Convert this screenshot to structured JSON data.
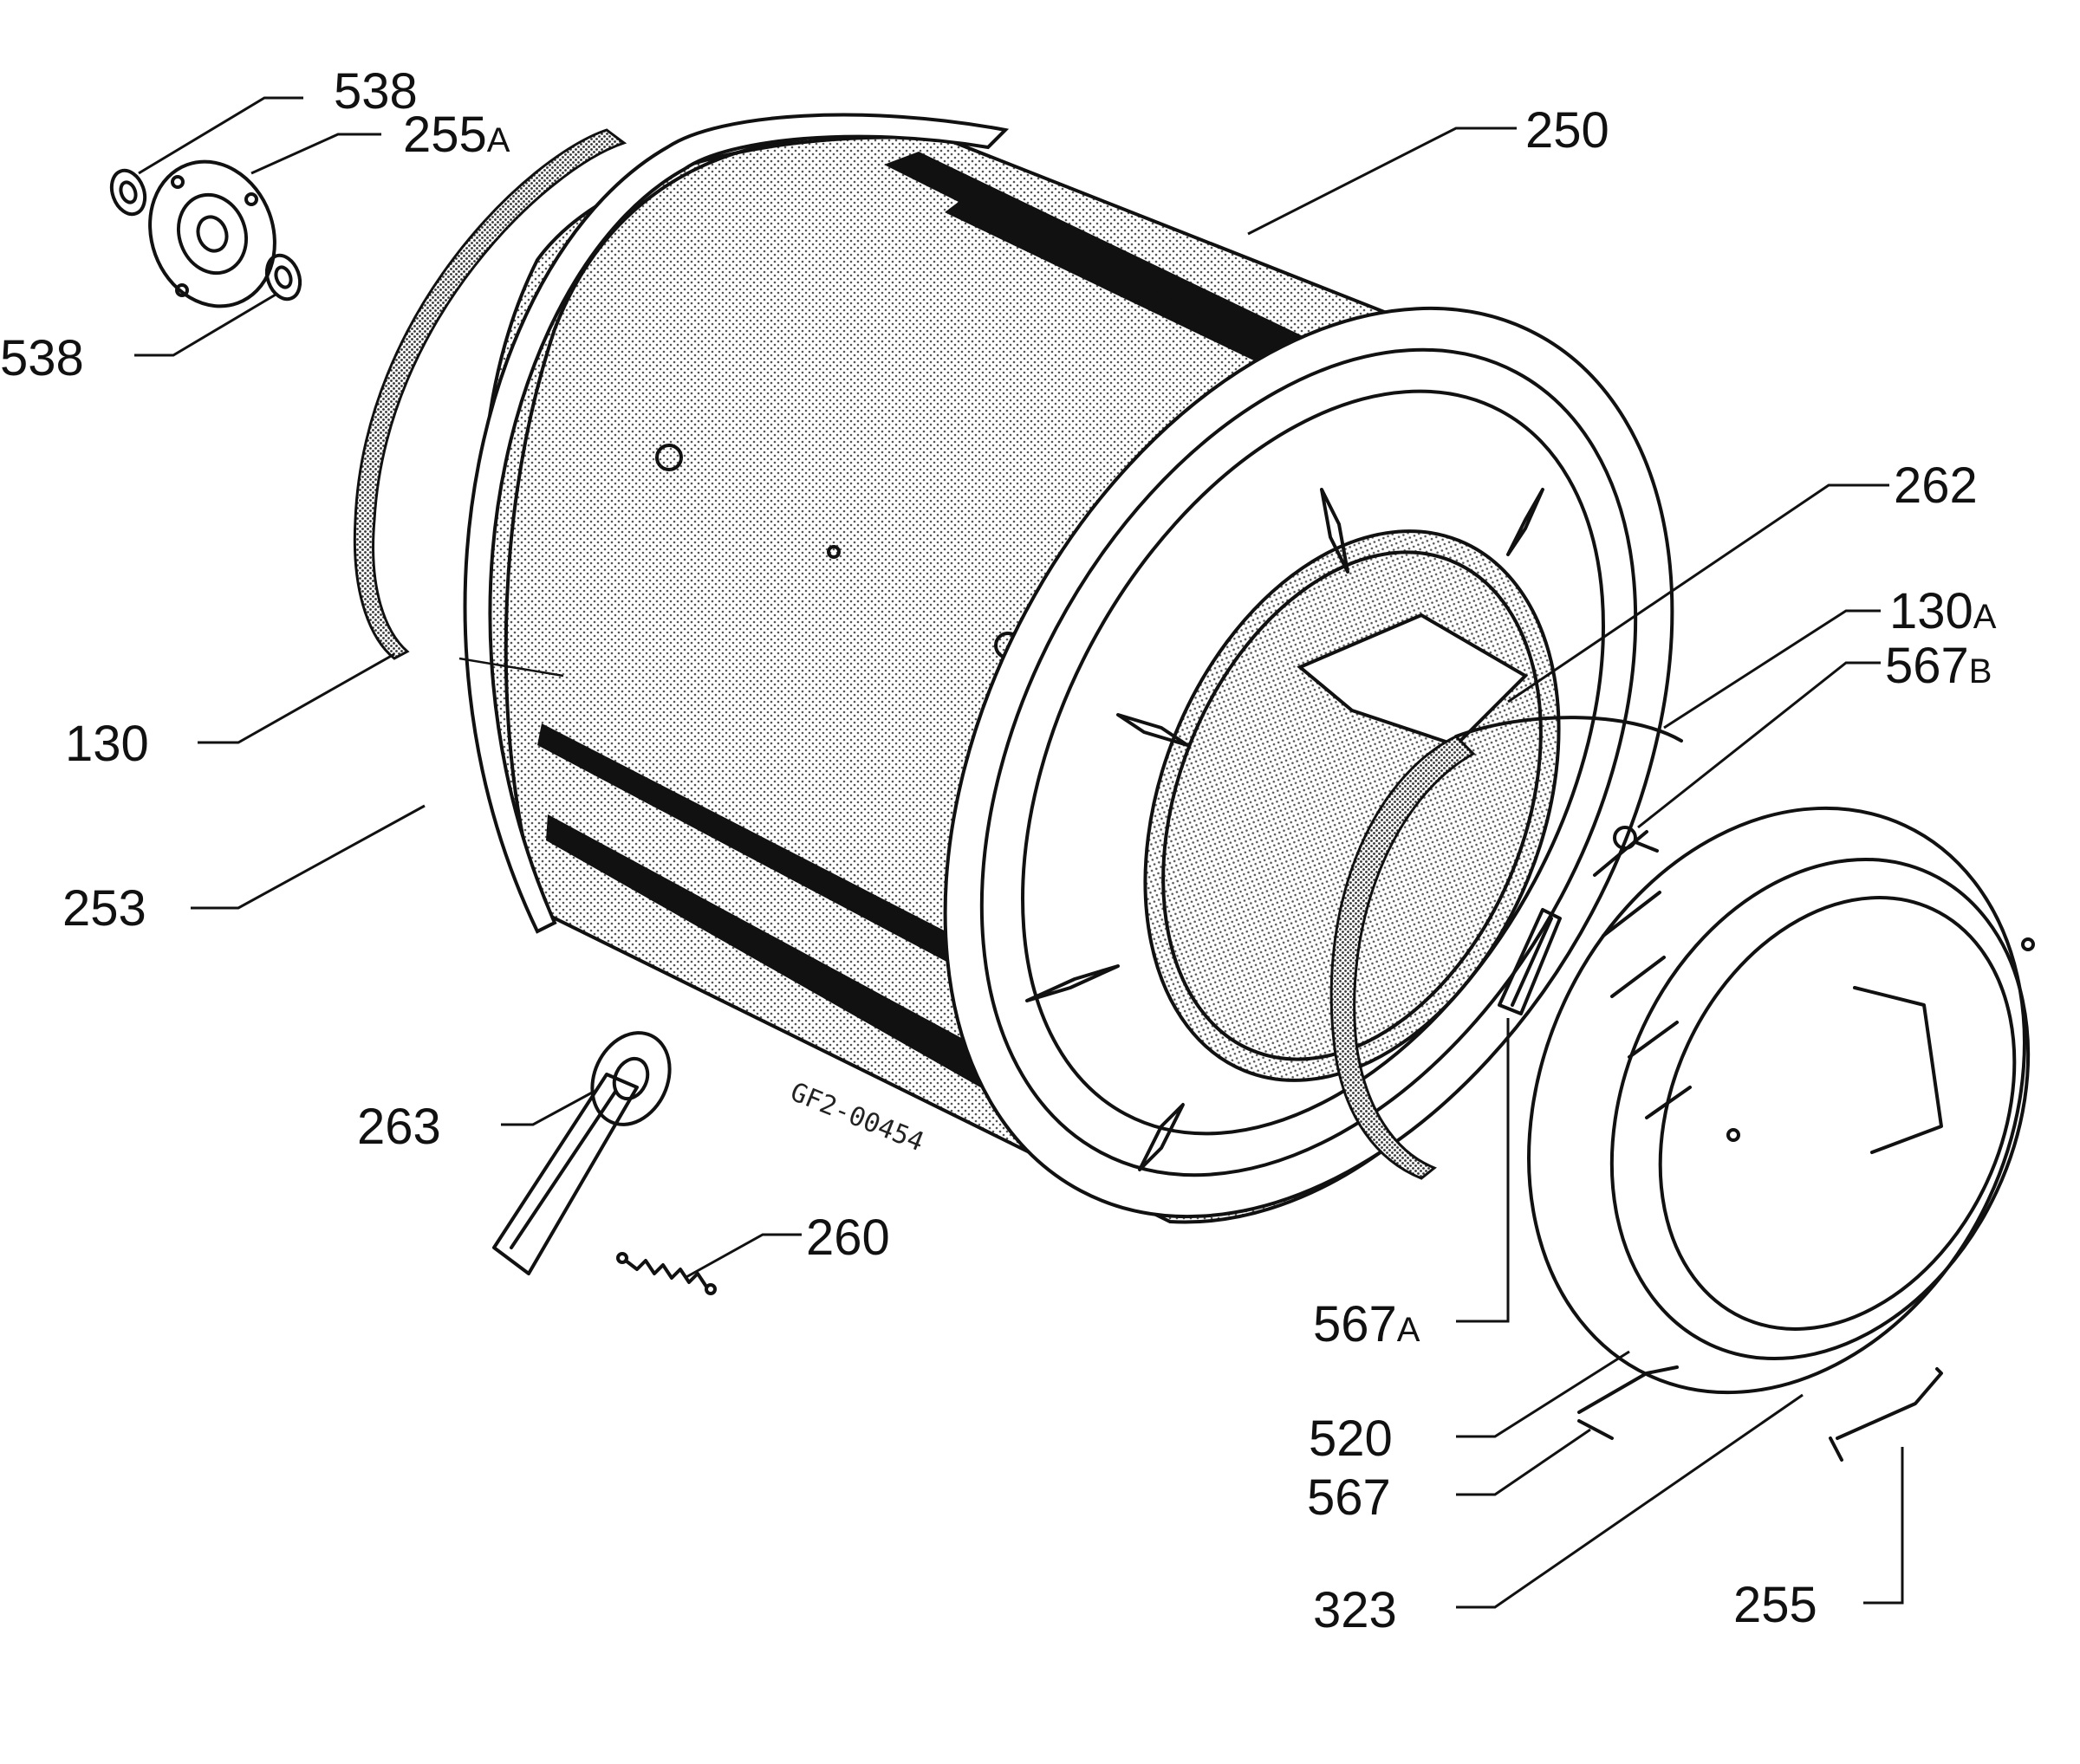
{
  "watermark": "GF2-00454",
  "labels": [
    {
      "id": "538-top",
      "num": "538",
      "suffix": ""
    },
    {
      "id": "255a",
      "num": "255",
      "suffix": "A"
    },
    {
      "id": "538-left",
      "num": "538",
      "suffix": ""
    },
    {
      "id": "250",
      "num": "250",
      "suffix": ""
    },
    {
      "id": "262",
      "num": "262",
      "suffix": ""
    },
    {
      "id": "130a",
      "num": "130",
      "suffix": "A"
    },
    {
      "id": "567b",
      "num": "567",
      "suffix": "B"
    },
    {
      "id": "130",
      "num": "130",
      "suffix": ""
    },
    {
      "id": "253",
      "num": "253",
      "suffix": ""
    },
    {
      "id": "263",
      "num": "263",
      "suffix": ""
    },
    {
      "id": "260",
      "num": "260",
      "suffix": ""
    },
    {
      "id": "567a",
      "num": "567",
      "suffix": "A"
    },
    {
      "id": "520",
      "num": "520",
      "suffix": ""
    },
    {
      "id": "567",
      "num": "567",
      "suffix": ""
    },
    {
      "id": "323",
      "num": "323",
      "suffix": ""
    },
    {
      "id": "255",
      "num": "255",
      "suffix": ""
    }
  ]
}
